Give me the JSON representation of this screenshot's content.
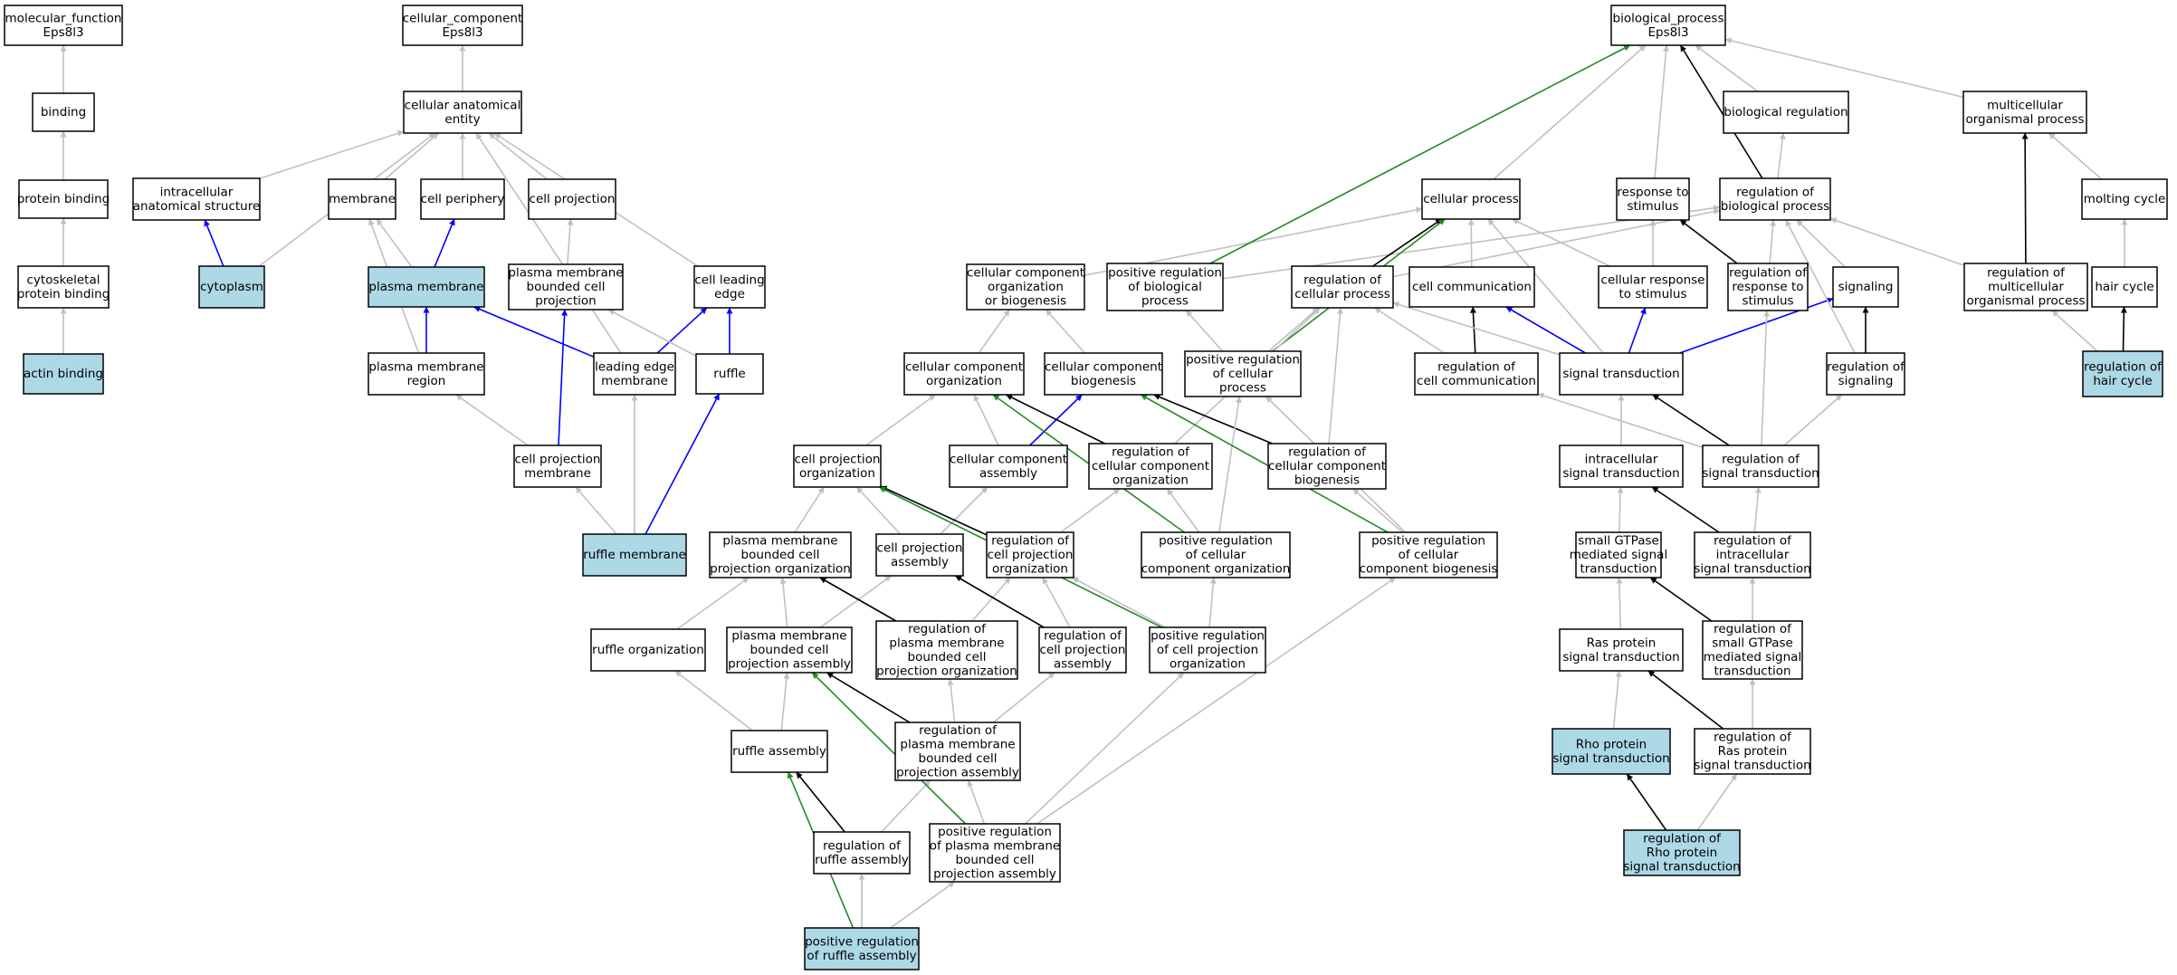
{
  "palette": {
    "highlight_fill": "#add8e6",
    "node_fill": "#ffffff",
    "edge_gray": "#c0c0c0",
    "edge_black": "#000000",
    "edge_blue": "#0000ff",
    "edge_green": "#228b22"
  },
  "nodes": {
    "mf": {
      "label": [
        "molecular_function",
        "Eps8l3"
      ]
    },
    "binding": {
      "label": [
        "binding"
      ]
    },
    "protein_binding": {
      "label": [
        "protein binding"
      ]
    },
    "cytoskeletal_binding": {
      "label": [
        "cytoskeletal",
        "protein binding"
      ]
    },
    "actin_binding": {
      "label": [
        "actin binding"
      ],
      "highlight": true
    },
    "cc": {
      "label": [
        "cellular_component",
        "Eps8l3"
      ]
    },
    "cae": {
      "label": [
        "cellular anatomical",
        "entity"
      ]
    },
    "intracellular_as": {
      "label": [
        "intracellular",
        "anatomical structure"
      ]
    },
    "cytoplasm": {
      "label": [
        "cytoplasm"
      ],
      "highlight": true
    },
    "membrane": {
      "label": [
        "membrane"
      ]
    },
    "cell_periphery": {
      "label": [
        "cell periphery"
      ]
    },
    "cell_projection": {
      "label": [
        "cell projection"
      ]
    },
    "plasma_membrane": {
      "label": [
        "plasma membrane"
      ],
      "highlight": true
    },
    "pmbcp": {
      "label": [
        "plasma membrane",
        "bounded cell",
        "projection"
      ]
    },
    "cell_leading_edge": {
      "label": [
        "cell leading",
        "edge"
      ]
    },
    "pm_region": {
      "label": [
        "plasma membrane",
        "region"
      ]
    },
    "leading_edge_membrane": {
      "label": [
        "leading edge",
        "membrane"
      ]
    },
    "ruffle": {
      "label": [
        "ruffle"
      ]
    },
    "cp_membrane": {
      "label": [
        "cell projection",
        "membrane"
      ]
    },
    "ruffle_membrane": {
      "label": [
        "ruffle membrane"
      ],
      "highlight": true
    },
    "bp": {
      "label": [
        "biological_process",
        "Eps8l3"
      ]
    },
    "biological_regulation": {
      "label": [
        "biological regulation"
      ]
    },
    "mop": {
      "label": [
        "multicellular",
        "organismal process"
      ]
    },
    "cellular_process": {
      "label": [
        "cellular process"
      ]
    },
    "response_to_stimulus": {
      "label": [
        "response to",
        "stimulus"
      ]
    },
    "reg_bp": {
      "label": [
        "regulation of",
        "biological process"
      ]
    },
    "molting_cycle": {
      "label": [
        "molting cycle"
      ]
    },
    "ccob": {
      "label": [
        "cellular component",
        "organization",
        "or biogenesis"
      ]
    },
    "pos_reg_bp": {
      "label": [
        "positive regulation",
        "of biological",
        "process"
      ]
    },
    "reg_cp": {
      "label": [
        "regulation of",
        "cellular process"
      ]
    },
    "cell_communication": {
      "label": [
        "cell communication"
      ]
    },
    "cell_response_stim": {
      "label": [
        "cellular response",
        "to stimulus"
      ]
    },
    "reg_resp_stim": {
      "label": [
        "regulation of",
        "response to",
        "stimulus"
      ]
    },
    "signaling": {
      "label": [
        "signaling"
      ]
    },
    "reg_mop": {
      "label": [
        "regulation of",
        "multicellular",
        "organismal process"
      ]
    },
    "hair_cycle": {
      "label": [
        "hair cycle"
      ]
    },
    "cco": {
      "label": [
        "cellular component",
        "organization"
      ]
    },
    "ccb": {
      "label": [
        "cellular component",
        "biogenesis"
      ]
    },
    "pos_reg_cp": {
      "label": [
        "positive regulation",
        "of cellular",
        "process"
      ]
    },
    "reg_cell_comm": {
      "label": [
        "regulation of",
        "cell communication"
      ]
    },
    "signal_transduction": {
      "label": [
        "signal transduction"
      ]
    },
    "reg_signaling": {
      "label": [
        "regulation of",
        "signaling"
      ]
    },
    "reg_hair_cycle": {
      "label": [
        "regulation of",
        "hair cycle"
      ],
      "highlight": true
    },
    "cpo": {
      "label": [
        "cell projection",
        "organization"
      ]
    },
    "cca": {
      "label": [
        "cellular component",
        "assembly"
      ]
    },
    "reg_cco": {
      "label": [
        "regulation of",
        "cellular component",
        "organization"
      ]
    },
    "reg_ccb": {
      "label": [
        "regulation of",
        "cellular component",
        "biogenesis"
      ]
    },
    "intracellular_st": {
      "label": [
        "intracellular",
        "signal transduction"
      ]
    },
    "reg_st": {
      "label": [
        "regulation of",
        "signal transduction"
      ]
    },
    "pmbcpo": {
      "label": [
        "plasma membrane",
        "bounded cell",
        "projection organization"
      ]
    },
    "cpa": {
      "label": [
        "cell projection",
        "assembly"
      ]
    },
    "reg_cpo": {
      "label": [
        "regulation of",
        "cell projection",
        "organization"
      ]
    },
    "pos_reg_cco": {
      "label": [
        "positive regulation",
        "of cellular",
        "component organization"
      ]
    },
    "pos_reg_ccb": {
      "label": [
        "positive regulation",
        "of cellular",
        "component biogenesis"
      ]
    },
    "sgtpase_st": {
      "label": [
        "small GTPase",
        "mediated signal",
        "transduction"
      ]
    },
    "reg_intra_st": {
      "label": [
        "regulation of",
        "intracellular",
        "signal transduction"
      ]
    },
    "ruffle_org": {
      "label": [
        "ruffle organization"
      ]
    },
    "pmbcpa": {
      "label": [
        "plasma membrane",
        "bounded cell",
        "projection assembly"
      ]
    },
    "reg_pmbcpo": {
      "label": [
        "regulation of",
        "plasma membrane",
        "bounded cell",
        "projection organization"
      ]
    },
    "reg_cpa": {
      "label": [
        "regulation of",
        "cell projection",
        "assembly"
      ]
    },
    "pos_reg_cpo": {
      "label": [
        "positive regulation",
        "of cell projection",
        "organization"
      ]
    },
    "ras_st": {
      "label": [
        "Ras protein",
        "signal transduction"
      ]
    },
    "reg_sgtpase_st": {
      "label": [
        "regulation of",
        "small GTPase",
        "mediated signal",
        "transduction"
      ]
    },
    "ruffle_assembly": {
      "label": [
        "ruffle assembly"
      ]
    },
    "reg_pmbcpa": {
      "label": [
        "regulation of",
        "plasma membrane",
        "bounded cell",
        "projection assembly"
      ]
    },
    "rho_st": {
      "label": [
        "Rho protein",
        "signal transduction"
      ],
      "highlight": true
    },
    "reg_ras_st": {
      "label": [
        "regulation of",
        "Ras protein",
        "signal transduction"
      ]
    },
    "reg_ruffle_assembly": {
      "label": [
        "regulation of",
        "ruffle assembly"
      ]
    },
    "pos_reg_pmbcpa": {
      "label": [
        "positive regulation",
        "of plasma membrane",
        "bounded cell",
        "projection assembly"
      ]
    },
    "reg_rho_st": {
      "label": [
        "regulation of",
        "Rho protein",
        "signal transduction"
      ],
      "highlight": true
    },
    "pos_reg_ruffle_assembly": {
      "label": [
        "positive regulation",
        "of ruffle assembly"
      ],
      "highlight": true
    }
  },
  "edges": [
    [
      "binding",
      "mf",
      "gray"
    ],
    [
      "protein_binding",
      "binding",
      "gray"
    ],
    [
      "cytoskeletal_binding",
      "protein_binding",
      "gray"
    ],
    [
      "actin_binding",
      "cytoskeletal_binding",
      "gray"
    ],
    [
      "cae",
      "cc",
      "gray"
    ],
    [
      "intracellular_as",
      "cae",
      "gray"
    ],
    [
      "cytoplasm",
      "cae",
      "gray"
    ],
    [
      "cytoplasm",
      "intracellular_as",
      "blue"
    ],
    [
      "membrane",
      "cae",
      "gray"
    ],
    [
      "cell_periphery",
      "cae",
      "gray"
    ],
    [
      "cell_projection",
      "cae",
      "gray"
    ],
    [
      "plasma_membrane",
      "membrane",
      "gray"
    ],
    [
      "plasma_membrane",
      "cell_periphery",
      "blue"
    ],
    [
      "pmbcp",
      "cell_projection",
      "gray"
    ],
    [
      "cell_leading_edge",
      "cae",
      "gray"
    ],
    [
      "pm_region",
      "membrane",
      "gray"
    ],
    [
      "pm_region",
      "plasma_membrane",
      "blue"
    ],
    [
      "leading_edge_membrane",
      "cae",
      "gray"
    ],
    [
      "leading_edge_membrane",
      "plasma_membrane",
      "blue"
    ],
    [
      "leading_edge_membrane",
      "cell_leading_edge",
      "blue"
    ],
    [
      "ruffle",
      "cell_leading_edge",
      "blue"
    ],
    [
      "ruffle",
      "pmbcp",
      "gray"
    ],
    [
      "cp_membrane",
      "pm_region",
      "gray"
    ],
    [
      "cp_membrane",
      "pmbcp",
      "blue"
    ],
    [
      "ruffle_membrane",
      "cp_membrane",
      "gray"
    ],
    [
      "ruffle_membrane",
      "leading_edge_membrane",
      "gray"
    ],
    [
      "ruffle_membrane",
      "ruffle",
      "blue"
    ],
    [
      "biological_regulation",
      "bp",
      "gray"
    ],
    [
      "mop",
      "bp",
      "gray"
    ],
    [
      "cellular_process",
      "bp",
      "gray"
    ],
    [
      "response_to_stimulus",
      "bp",
      "gray"
    ],
    [
      "reg_bp",
      "bp",
      "black"
    ],
    [
      "reg_bp",
      "biological_regulation",
      "gray"
    ],
    [
      "molting_cycle",
      "mop",
      "gray"
    ],
    [
      "ccob",
      "cellular_process",
      "gray"
    ],
    [
      "pos_reg_bp",
      "bp",
      "green"
    ],
    [
      "pos_reg_bp",
      "reg_bp",
      "gray"
    ],
    [
      "reg_cp",
      "cellular_process",
      "black"
    ],
    [
      "reg_cp",
      "reg_bp",
      "gray"
    ],
    [
      "cell_communication",
      "cellular_process",
      "gray"
    ],
    [
      "cell_response_stim",
      "cellular_process",
      "gray"
    ],
    [
      "cell_response_stim",
      "response_to_stimulus",
      "gray"
    ],
    [
      "reg_resp_stim",
      "response_to_stimulus",
      "black"
    ],
    [
      "reg_resp_stim",
      "reg_bp",
      "gray"
    ],
    [
      "signaling",
      "reg_bp",
      "gray"
    ],
    [
      "reg_mop",
      "mop",
      "black"
    ],
    [
      "reg_mop",
      "reg_bp",
      "gray"
    ],
    [
      "hair_cycle",
      "molting_cycle",
      "gray"
    ],
    [
      "cco",
      "ccob",
      "gray"
    ],
    [
      "ccb",
      "ccob",
      "gray"
    ],
    [
      "pos_reg_cp",
      "cellular_process",
      "green"
    ],
    [
      "pos_reg_cp",
      "pos_reg_bp",
      "gray"
    ],
    [
      "pos_reg_cp",
      "reg_cp",
      "gray"
    ],
    [
      "reg_cell_comm",
      "cell_communication",
      "black"
    ],
    [
      "reg_cell_comm",
      "reg_cp",
      "gray"
    ],
    [
      "signal_transduction",
      "cellular_process",
      "gray"
    ],
    [
      "signal_transduction",
      "cell_communication",
      "blue"
    ],
    [
      "signal_transduction",
      "cell_response_stim",
      "blue"
    ],
    [
      "signal_transduction",
      "signaling",
      "blue"
    ],
    [
      "signal_transduction",
      "reg_cp",
      "gray"
    ],
    [
      "reg_signaling",
      "signaling",
      "black"
    ],
    [
      "reg_signaling",
      "reg_bp",
      "gray"
    ],
    [
      "reg_hair_cycle",
      "hair_cycle",
      "black"
    ],
    [
      "reg_hair_cycle",
      "reg_mop",
      "gray"
    ],
    [
      "cpo",
      "cco",
      "gray"
    ],
    [
      "cca",
      "cco",
      "gray"
    ],
    [
      "cca",
      "ccb",
      "blue"
    ],
    [
      "reg_cco",
      "cco",
      "black"
    ],
    [
      "reg_cco",
      "reg_cp",
      "gray"
    ],
    [
      "reg_ccb",
      "ccb",
      "black"
    ],
    [
      "reg_ccb",
      "reg_cp",
      "gray"
    ],
    [
      "intracellular_st",
      "signal_transduction",
      "gray"
    ],
    [
      "reg_st",
      "signal_transduction",
      "black"
    ],
    [
      "reg_st",
      "reg_cell_comm",
      "gray"
    ],
    [
      "reg_st",
      "reg_signaling",
      "gray"
    ],
    [
      "reg_st",
      "reg_resp_stim",
      "gray"
    ],
    [
      "pmbcpo",
      "cpo",
      "gray"
    ],
    [
      "cpa",
      "cpo",
      "gray"
    ],
    [
      "cpa",
      "cca",
      "gray"
    ],
    [
      "reg_cpo",
      "cpo",
      "black"
    ],
    [
      "reg_cpo",
      "reg_cco",
      "gray"
    ],
    [
      "pos_reg_cco",
      "cco",
      "green"
    ],
    [
      "pos_reg_cco",
      "reg_cco",
      "gray"
    ],
    [
      "pos_reg_cco",
      "pos_reg_cp",
      "gray"
    ],
    [
      "pos_reg_ccb",
      "ccb",
      "green"
    ],
    [
      "pos_reg_ccb",
      "reg_ccb",
      "gray"
    ],
    [
      "pos_reg_ccb",
      "pos_reg_cp",
      "gray"
    ],
    [
      "sgtpase_st",
      "intracellular_st",
      "gray"
    ],
    [
      "reg_intra_st",
      "intracellular_st",
      "black"
    ],
    [
      "reg_intra_st",
      "reg_st",
      "gray"
    ],
    [
      "ruffle_org",
      "pmbcpo",
      "gray"
    ],
    [
      "pmbcpa",
      "pmbcpo",
      "gray"
    ],
    [
      "pmbcpa",
      "cpa",
      "gray"
    ],
    [
      "reg_pmbcpo",
      "pmbcpo",
      "black"
    ],
    [
      "reg_pmbcpo",
      "reg_cpo",
      "gray"
    ],
    [
      "reg_cpa",
      "cpa",
      "black"
    ],
    [
      "reg_cpa",
      "reg_cpo",
      "gray"
    ],
    [
      "pos_reg_cpo",
      "cpo",
      "green"
    ],
    [
      "pos_reg_cpo",
      "reg_cpo",
      "gray"
    ],
    [
      "pos_reg_cpo",
      "pos_reg_cco",
      "gray"
    ],
    [
      "ras_st",
      "sgtpase_st",
      "gray"
    ],
    [
      "reg_sgtpase_st",
      "sgtpase_st",
      "black"
    ],
    [
      "reg_sgtpase_st",
      "reg_intra_st",
      "gray"
    ],
    [
      "ruffle_assembly",
      "ruffle_org",
      "gray"
    ],
    [
      "ruffle_assembly",
      "pmbcpa",
      "gray"
    ],
    [
      "reg_pmbcpa",
      "pmbcpa",
      "black"
    ],
    [
      "reg_pmbcpa",
      "reg_pmbcpo",
      "gray"
    ],
    [
      "reg_pmbcpa",
      "reg_cpa",
      "gray"
    ],
    [
      "rho_st",
      "ras_st",
      "gray"
    ],
    [
      "reg_ras_st",
      "ras_st",
      "black"
    ],
    [
      "reg_ras_st",
      "reg_sgtpase_st",
      "gray"
    ],
    [
      "reg_ruffle_assembly",
      "ruffle_assembly",
      "black"
    ],
    [
      "reg_ruffle_assembly",
      "reg_pmbcpa",
      "gray"
    ],
    [
      "pos_reg_pmbcpa",
      "pmbcpa",
      "green"
    ],
    [
      "pos_reg_pmbcpa",
      "reg_pmbcpa",
      "gray"
    ],
    [
      "pos_reg_pmbcpa",
      "pos_reg_cpo",
      "gray"
    ],
    [
      "pos_reg_pmbcpa",
      "pos_reg_ccb",
      "gray"
    ],
    [
      "reg_rho_st",
      "rho_st",
      "black"
    ],
    [
      "reg_rho_st",
      "reg_ras_st",
      "gray"
    ],
    [
      "pos_reg_ruffle_assembly",
      "ruffle_assembly",
      "green"
    ],
    [
      "pos_reg_ruffle_assembly",
      "reg_ruffle_assembly",
      "gray"
    ],
    [
      "pos_reg_ruffle_assembly",
      "pos_reg_pmbcpa",
      "gray"
    ]
  ]
}
